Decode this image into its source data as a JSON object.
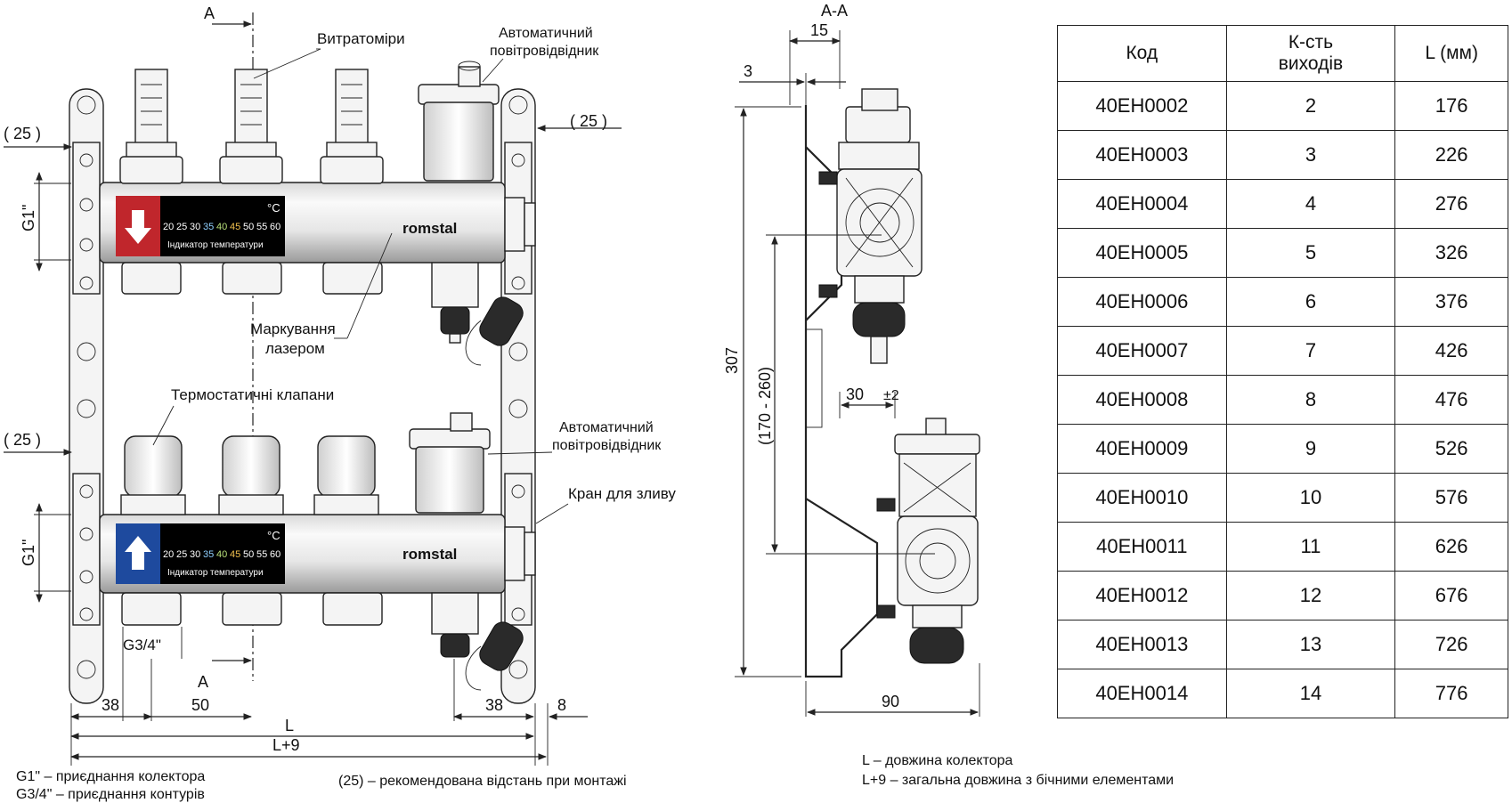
{
  "front_view": {
    "section_mark": "A",
    "flowmeters_label": "Витратоміри",
    "air_vent_top_label": [
      "Автоматичний",
      "повітровідвідник"
    ],
    "air_vent_bottom_label": [
      "Автоматичний",
      "повітровідвідник"
    ],
    "laser_marking_label": [
      "Маркування",
      "лазером"
    ],
    "thermostatic_valves_label": "Термостатичні клапани",
    "drain_valve_label": "Кран для зливу",
    "dim_25_top_left": "( 25 )",
    "dim_25_top_right": "( 25 )",
    "dim_25_bottom_left": "( 25 )",
    "dim_g1_top": "G1\"",
    "dim_g1_bottom": "G1\"",
    "dim_g34": "G3/4\"",
    "dim_38_left": "38",
    "dim_a_bottom": "A",
    "dim_50": "50",
    "dim_38_right": "38",
    "dim_8": "8",
    "dim_L": "L",
    "dim_L9": "L+9",
    "brand": "romstal",
    "indicator": {
      "unit": "°C",
      "scale": [
        "20",
        "25",
        "30",
        "35",
        "40",
        "45",
        "50",
        "55",
        "60"
      ],
      "caption": "Індикатор температури",
      "supply_color": "#c0262c",
      "return_color": "#1e4a9e"
    }
  },
  "section_view": {
    "title": "A-A",
    "dim_15": "15",
    "dim_3": "3",
    "dim_307": "307",
    "dim_range": "(170 - 260)",
    "dim_30": "30",
    "dim_pm2": "±2",
    "dim_90": "90"
  },
  "table": {
    "headers": [
      "Код",
      "К-сть виходів",
      "L (мм)"
    ],
    "rows": [
      [
        "40EH0002",
        "2",
        "176"
      ],
      [
        "40EH0003",
        "3",
        "226"
      ],
      [
        "40EH0004",
        "4",
        "276"
      ],
      [
        "40EH0005",
        "5",
        "326"
      ],
      [
        "40EH0006",
        "6",
        "376"
      ],
      [
        "40EH0007",
        "7",
        "426"
      ],
      [
        "40EH0008",
        "8",
        "476"
      ],
      [
        "40EH0009",
        "9",
        "526"
      ],
      [
        "40EH0010",
        "10",
        "576"
      ],
      [
        "40EH0011",
        "11",
        "626"
      ],
      [
        "40EH0012",
        "12",
        "676"
      ],
      [
        "40EH0013",
        "13",
        "726"
      ],
      [
        "40EH0014",
        "14",
        "776"
      ]
    ]
  },
  "footnotes": {
    "g1": "G1\" – приєднання колектора",
    "g34": "G3/4\" – приєднання контурів",
    "recommended": "(25) – рекомендована відстань при монтажі",
    "L": "L – довжина колектора",
    "L9": "L+9 – загальна довжина з бічними елементами"
  }
}
